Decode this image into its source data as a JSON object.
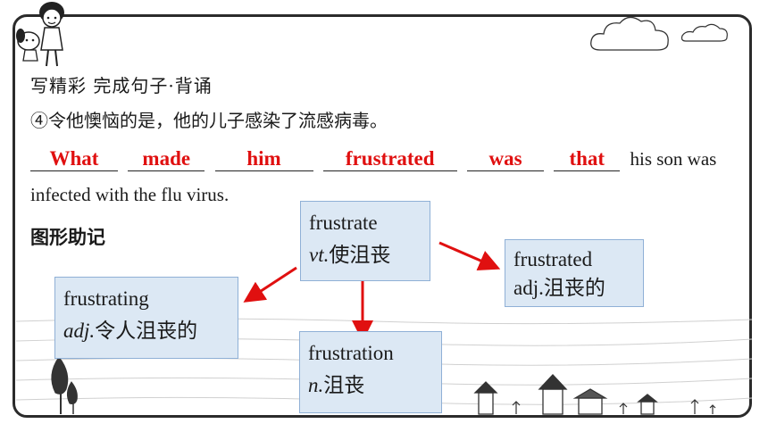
{
  "section_title": "写精彩 完成句子·背诵",
  "prompt": "④令他懊恼的是，他的儿子感染了流感病毒。",
  "sentence": {
    "blanks": [
      "What",
      "made",
      "him",
      "frustrated",
      "was",
      "that"
    ],
    "continuation_1": " his son was",
    "continuation_2": "infected with the flu virus."
  },
  "mnemonic_title": "图形助记",
  "boxes": {
    "root": {
      "word": "frustrate",
      "pos": "vt.",
      "meaning": "使沮丧"
    },
    "adj_ed": {
      "word": "frustrated",
      "pos": "adj.",
      "meaning": "沮丧的"
    },
    "adj_ing": {
      "word": "frustrating",
      "pos": "adj.",
      "meaning": "令人沮丧的"
    },
    "noun": {
      "word": "frustration",
      "pos": "n.",
      "meaning": "沮丧"
    }
  },
  "colors": {
    "answer": "#e01010",
    "arrow": "#e01010",
    "box_fill": "#dce8f4",
    "box_border": "#8fb0d6"
  }
}
